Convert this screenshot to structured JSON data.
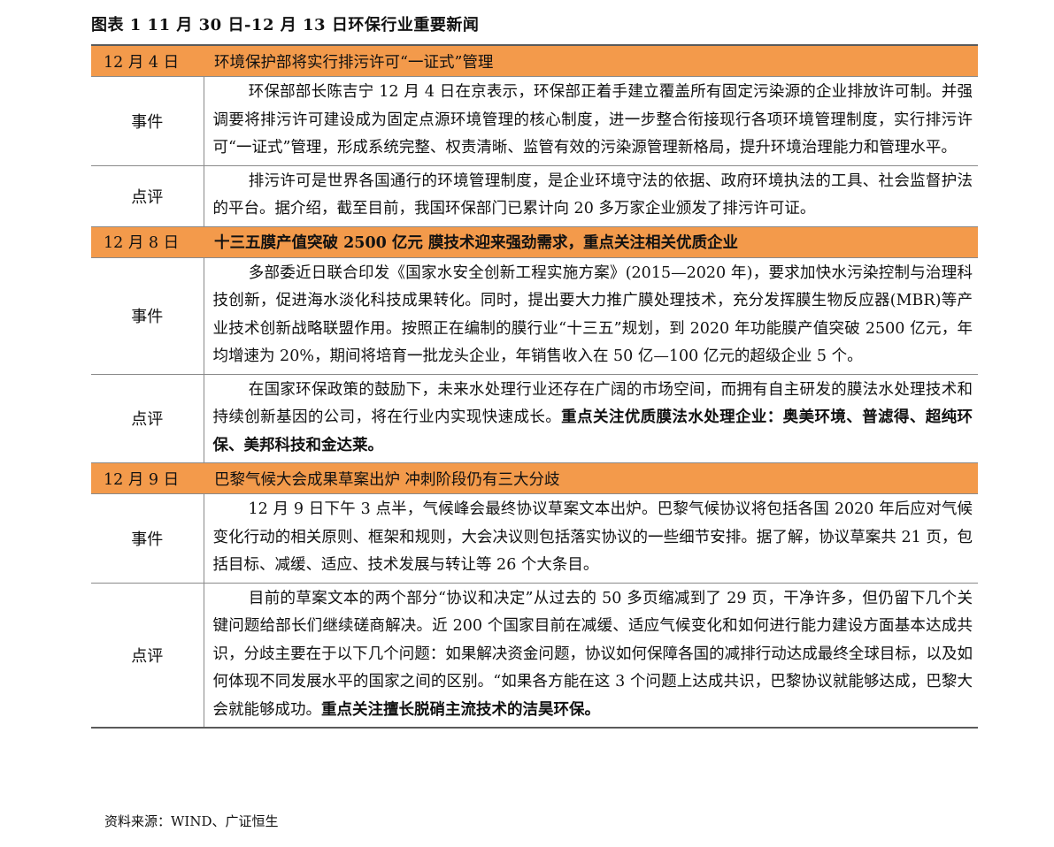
{
  "title": "图表 1 11 月 30 日-12 月 13 日环保行业重要新闻",
  "items": [
    {
      "date": "12 月 4 日",
      "headline": "环境保护部将实行排污许可“一证式”管理",
      "event_label": "事件",
      "event_text": "环保部部长陈吉宁 12 月 4 日在京表示，环保部正着手建立覆盖所有固定污染源的企业排放许可制。并强调要将排污许可建设成为固定点源环境管理的核心制度，进一步整合衔接现行各项环境管理制度，实行排污许可“一证式”管理，形成系统完整、权责清晰、监管有效的污染源管理新格局，提升环境治理能力和管理水平。",
      "comment_label": "点评",
      "comment_text": "排污许可是世界各国通行的环境管理制度，是企业环境守法的依据、政府环境执法的工具、社会监督护法的平台。据介绍，截至目前，我国环保部门已累计向 20 多万家企业颁发了排污许可证。",
      "comment_bold": ""
    },
    {
      "date": "12 月 8 日",
      "headline": "十三五膜产值突破 2500 亿元 膜技术迎来强劲需求，重点关注相关优质企业",
      "event_label": "事件",
      "event_text": "多部委近日联合印发《国家水安全创新工程实施方案》(2015—2020 年)，要求加快水污染控制与治理科技创新，促进海水淡化科技成果转化。同时，提出要大力推广膜处理技术，充分发挥膜生物反应器(MBR)等产业技术创新战略联盟作用。按照正在编制的膜行业“十三五”规划，到 2020 年功能膜产值突破 2500 亿元，年均增速为 20%，期间将培育一批龙头企业，年销售收入在 50 亿—100 亿元的超级企业 5 个。",
      "comment_label": "点评",
      "comment_text": "在国家环保政策的鼓励下，未来水处理行业还存在广阔的市场空间，而拥有自主研发的膜法水处理技术和持续创新基因的公司，将在行业内实现快速成长。",
      "comment_bold": "重点关注优质膜法水处理企业：奥美环境、普滤得、超纯环保、美邦科技和金达莱。"
    },
    {
      "date": "12 月 9 日",
      "headline": "巴黎气候大会成果草案出炉 冲刺阶段仍有三大分歧",
      "event_label": "事件",
      "event_text": "12 月 9 日下午 3 点半，气候峰会最终协议草案文本出炉。巴黎气候协议将包括各国 2020 年后应对气候变化行动的相关原则、框架和规则，大会决议则包括落实协议的一些细节安排。据了解，协议草案共 21 页，包括目标、减缓、适应、技术发展与转让等 26 个大条目。",
      "comment_label": "点评",
      "comment_text": "目前的草案文本的两个部分“协议和决定”从过去的 50 多页缩减到了 29 页，干净许多，但仍留下几个关键问题给部长们继续磋商解决。近 200 个国家目前在减缓、适应气候变化和如何进行能力建设方面基本达成共识，分歧主要在于以下几个问题：如果解决资金问题，协议如何保障各国的减排行动达成最终全球目标，以及如何体现不同发展水平的国家之间的区别。“如果各方能在这 3 个问题上达成共识，巴黎协议就能够达成，巴黎大会就能够成功。",
      "comment_bold": "重点关注擅长脱硝主流技术的洁昊环保。"
    }
  ],
  "source": "资料来源：WIND、广证恒生"
}
